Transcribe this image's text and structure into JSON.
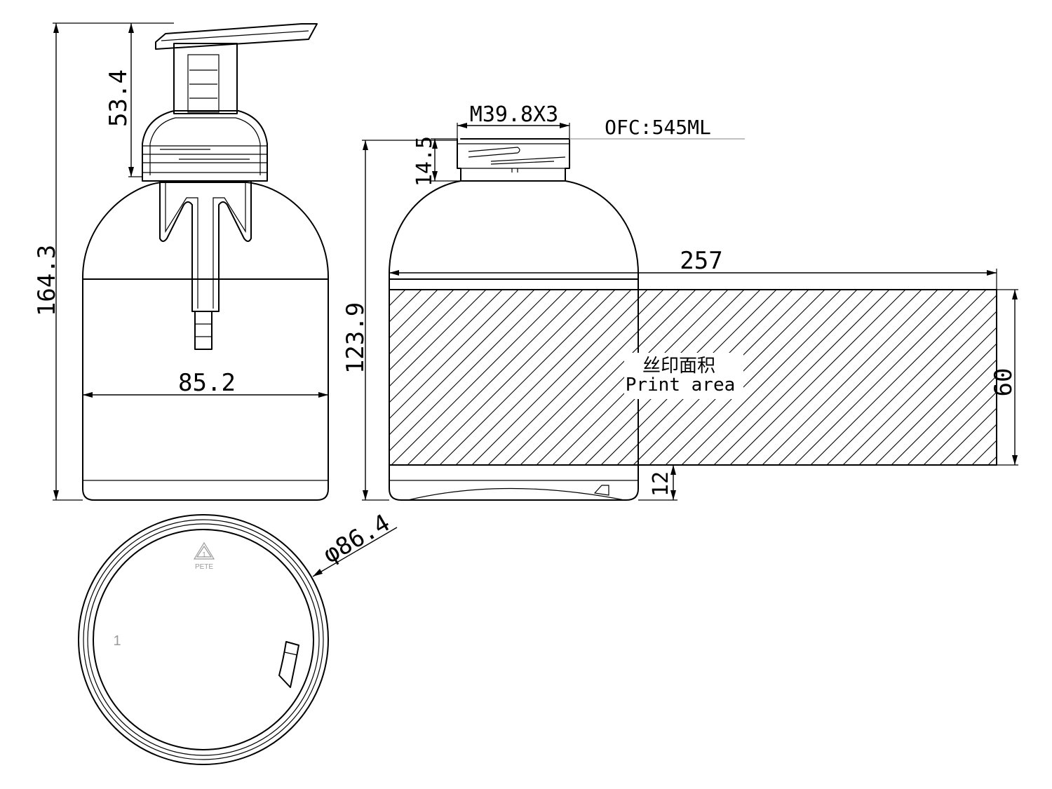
{
  "dimensions": {
    "overall_height": "164.3",
    "pump_height": "53.4",
    "body_width": "85.2",
    "thread_spec": "M39.8X3",
    "capacity": "OFC:545ML",
    "neck_height": "14.5",
    "bottle_height": "123.9",
    "label_width": "257",
    "label_height": "60",
    "label_bottom_offset": "12",
    "base_diameter": "φ86.4"
  },
  "print_area": {
    "label_cn": "丝印面积",
    "label_en": "Print area"
  },
  "base_marks": {
    "recycle_code": "1",
    "recycle_text": "PETE",
    "mold_number": "1"
  }
}
